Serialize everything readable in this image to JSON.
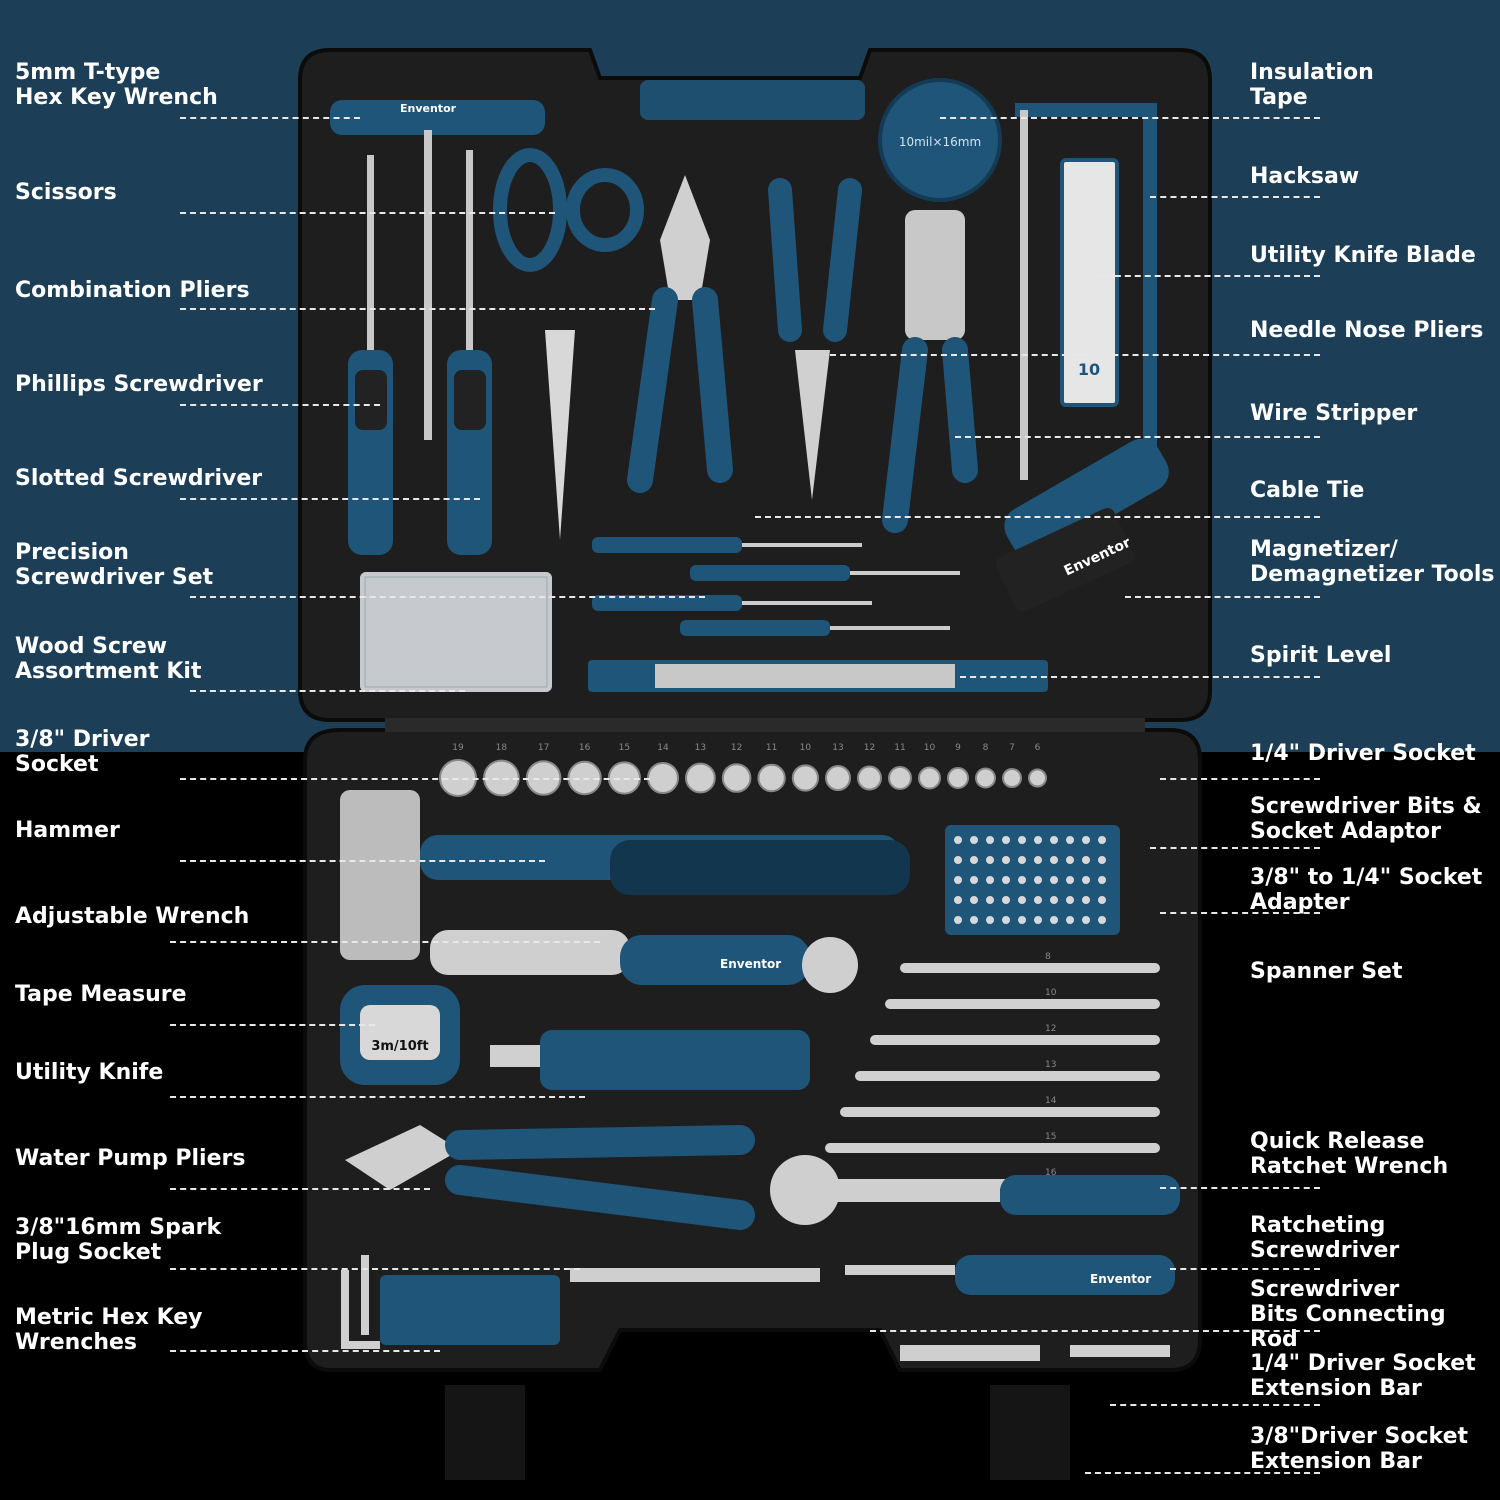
{
  "brand": "Enventor",
  "colors": {
    "top_bg": "#1c3f57",
    "bottom_bg": "#000000",
    "case": "#1e1e1e",
    "tool_blue": "#1f5578",
    "metal": "#c8c8c8",
    "label": "#ffffff"
  },
  "tape_text": "10mil×16mm",
  "tape_measure_text": "3m/10ft",
  "blade_text": "10",
  "spanner_sizes": [
    "8",
    "10",
    "12",
    "13",
    "14",
    "15",
    "16"
  ],
  "socket_sizes_38": [
    "19",
    "18",
    "17",
    "16",
    "15",
    "14",
    "13",
    "12",
    "11",
    "10"
  ],
  "socket_sizes_14": [
    "13",
    "12",
    "11",
    "10",
    "9",
    "8",
    "7",
    "6"
  ],
  "labels_left": [
    "5mm T-type\nHex Key Wrench",
    "Scissors",
    "Combination Pliers",
    "Phillips Screwdriver",
    "Slotted Screwdriver",
    "Precision\nScrewdriver Set",
    "Wood Screw\nAssortment Kit",
    "3/8\" Driver\nSocket",
    "Hammer",
    "Adjustable Wrench",
    "Tape Measure",
    "Utility Knife",
    "Water Pump Pliers",
    "3/8\"16mm Spark\nPlug Socket",
    "Metric Hex Key\nWrenches"
  ],
  "labels_right": [
    "Insulation\nTape",
    "Hacksaw",
    "Utility Knife Blade",
    "Needle Nose Pliers",
    "Wire Stripper",
    "Cable Tie",
    "Magnetizer/\nDemagnetizer Tools",
    "Spirit Level",
    "1/4\" Driver Socket",
    "Screwdriver Bits &\nSocket Adaptor",
    "3/8\" to 1/4\" Socket\nAdapter",
    "Spanner Set",
    "Quick Release\nRatchet Wrench",
    "Ratcheting\nScrewdriver",
    "Screwdriver\nBits Connecting Rod",
    "1/4\" Driver Socket\nExtension Bar",
    "3/8\"Driver Socket\nExtension Bar"
  ]
}
